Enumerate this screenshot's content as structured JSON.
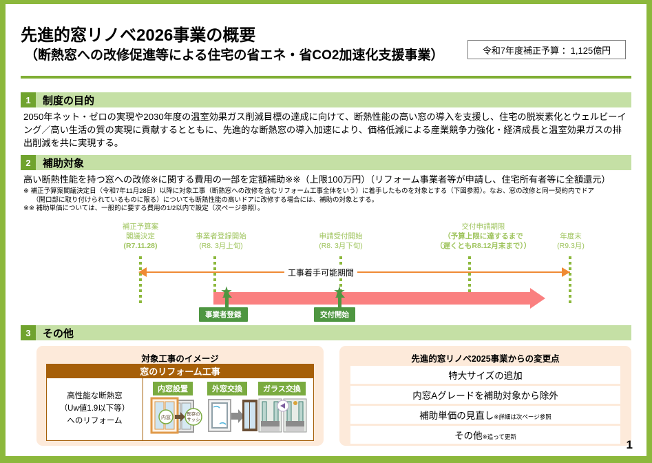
{
  "doc": {
    "title_main": "先進的窓リノベ2026事業の概要",
    "title_sub": "（断熱窓への改修促進等による住宅の省エネ・省CO2加速化支援事業）",
    "budget_box": "令和7年度補正予算 ：1,125億円",
    "page_number": "1",
    "accent_green": "#8cb83c",
    "header_bar_green": "#c5e0a5",
    "badge_green": "#70a32e",
    "orange": "#ef8a34",
    "pink": "#fa8080",
    "brown": "#a65f08",
    "cream": "#fdeada"
  },
  "sections": [
    {
      "number": "1",
      "heading": "制度の目的",
      "body": "2050年ネット・ゼロの実現や2030年度の温室効果ガス削減目標の達成に向けて、断熱性能の高い窓の導入を支援し、住宅の脱炭素化とウェルビーイング／高い生活の質の実現に貢献するとともに、先進的な断熱窓の導入加速により、価格低減による産業競争力強化・経済成長と温室効果ガスの排出削減を共に実現する。"
    },
    {
      "number": "2",
      "heading": "補助対象",
      "body": "高い断熱性能を持つ窓への改修※に関する費用の一部を定額補助※※（上限100万円）（リフォーム事業者等が申請し、住宅所有者等に全額還元）",
      "note1_a": "※ 補正予算案閣議決定日（令和7年11月28日）以降に対象工事（断熱窓への改修を含むリフォーム工事全体をいう）に着手したものを対象とする（下図参照）。なお、窓の改修と同一契約内でドア",
      "note1_b": "（開口部に取り付けられているものに限る）についても断熱性能の高いドアに改修する場合には、補助の対象とする。",
      "note2": "※※ 補助単価については、一般的に要する費用の1/2以内で設定（次ページ参照）。"
    },
    {
      "number": "3",
      "heading": "その他"
    }
  ],
  "timeline": {
    "milestones": [
      {
        "lines": [
          "補正予算案",
          "閣議決定",
          "(R7.11.28)"
        ],
        "bold_last": true
      },
      {
        "lines": [
          "事業者登録開始",
          "(R8. 3月上旬)"
        ],
        "bold_last": false
      },
      {
        "lines": [
          "申請受付開始",
          "(R8. 3月下旬)"
        ],
        "bold_last": false
      },
      {
        "lines": [
          "交付申請期限",
          "（予算上限に達するまで",
          "（遅くともR8.12月末まで））"
        ],
        "bold_last": true
      },
      {
        "lines": [
          "年度末",
          "(R9.3月)"
        ],
        "bold_last": false
      }
    ],
    "orange_caption": "工事着手可能期間",
    "tags": [
      {
        "label": "事業者登録"
      },
      {
        "label": "交付開始"
      }
    ]
  },
  "panel_left": {
    "title": "対象工事のイメージ",
    "table_header": "窓のリフォーム工事",
    "left_cell": [
      "高性能な断熱窓",
      "（Uw値1.9以下等）",
      "へのリフォーム"
    ],
    "chips": [
      "内窓設置",
      "外窓交換",
      "ガラス交換"
    ],
    "inner_labels": [
      "内窓",
      "既存のサッシ"
    ]
  },
  "panel_right": {
    "title": "先進的窓リノベ2025事業からの変更点",
    "rows": [
      {
        "main": "特大サイズの追加",
        "small": ""
      },
      {
        "main": "内窓Aグレードを補助対象から除外",
        "small": ""
      },
      {
        "main": "補助単価の見直し",
        "small": "※詳細は次ページ参照"
      },
      {
        "main": "その他",
        "small": "※追って更新"
      }
    ]
  }
}
